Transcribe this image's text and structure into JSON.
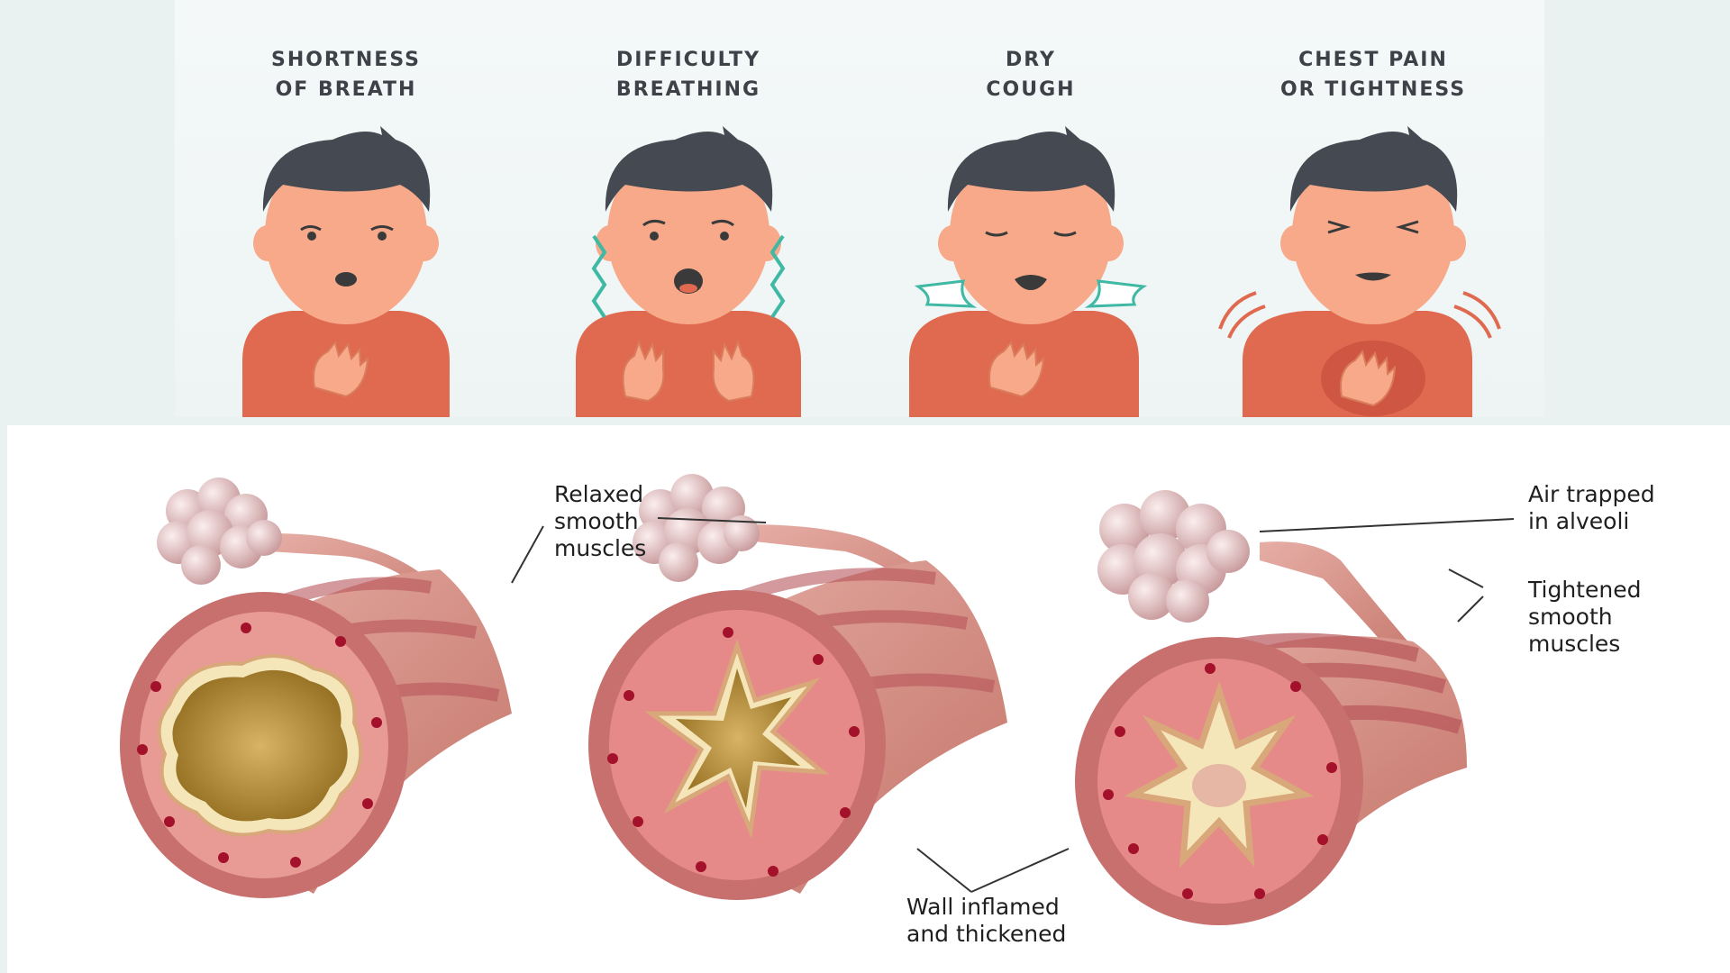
{
  "symptoms": [
    {
      "line1": "SHORTNESS",
      "line2": "OF BREATH",
      "icon": "hand-on-chest-icon"
    },
    {
      "line1": "DIFFICULTY",
      "line2": "BREATHING",
      "icon": "wavy-distress-icon"
    },
    {
      "line1": "DRY",
      "line2": "COUGH",
      "icon": "cough-puff-icon"
    },
    {
      "line1": "CHEST PAIN",
      "line2": "OR TIGHTNESS",
      "icon": "chest-pain-icon"
    }
  ],
  "labels": {
    "relaxed": [
      "Relaxed",
      "smooth",
      "muscles"
    ],
    "air_trapped": [
      "Air trapped",
      "in alveoli"
    ],
    "tightened": [
      "Tightened",
      "smooth",
      "muscles"
    ],
    "wall": [
      "Wall inflamed",
      "and thickened"
    ]
  },
  "colors": {
    "shirt": "#e06a4f",
    "skin": "#f7a98a",
    "hair": "#454a52",
    "airway": "#c9706f",
    "lumen": "#b88a2a",
    "accent": "#3fb9a4"
  }
}
